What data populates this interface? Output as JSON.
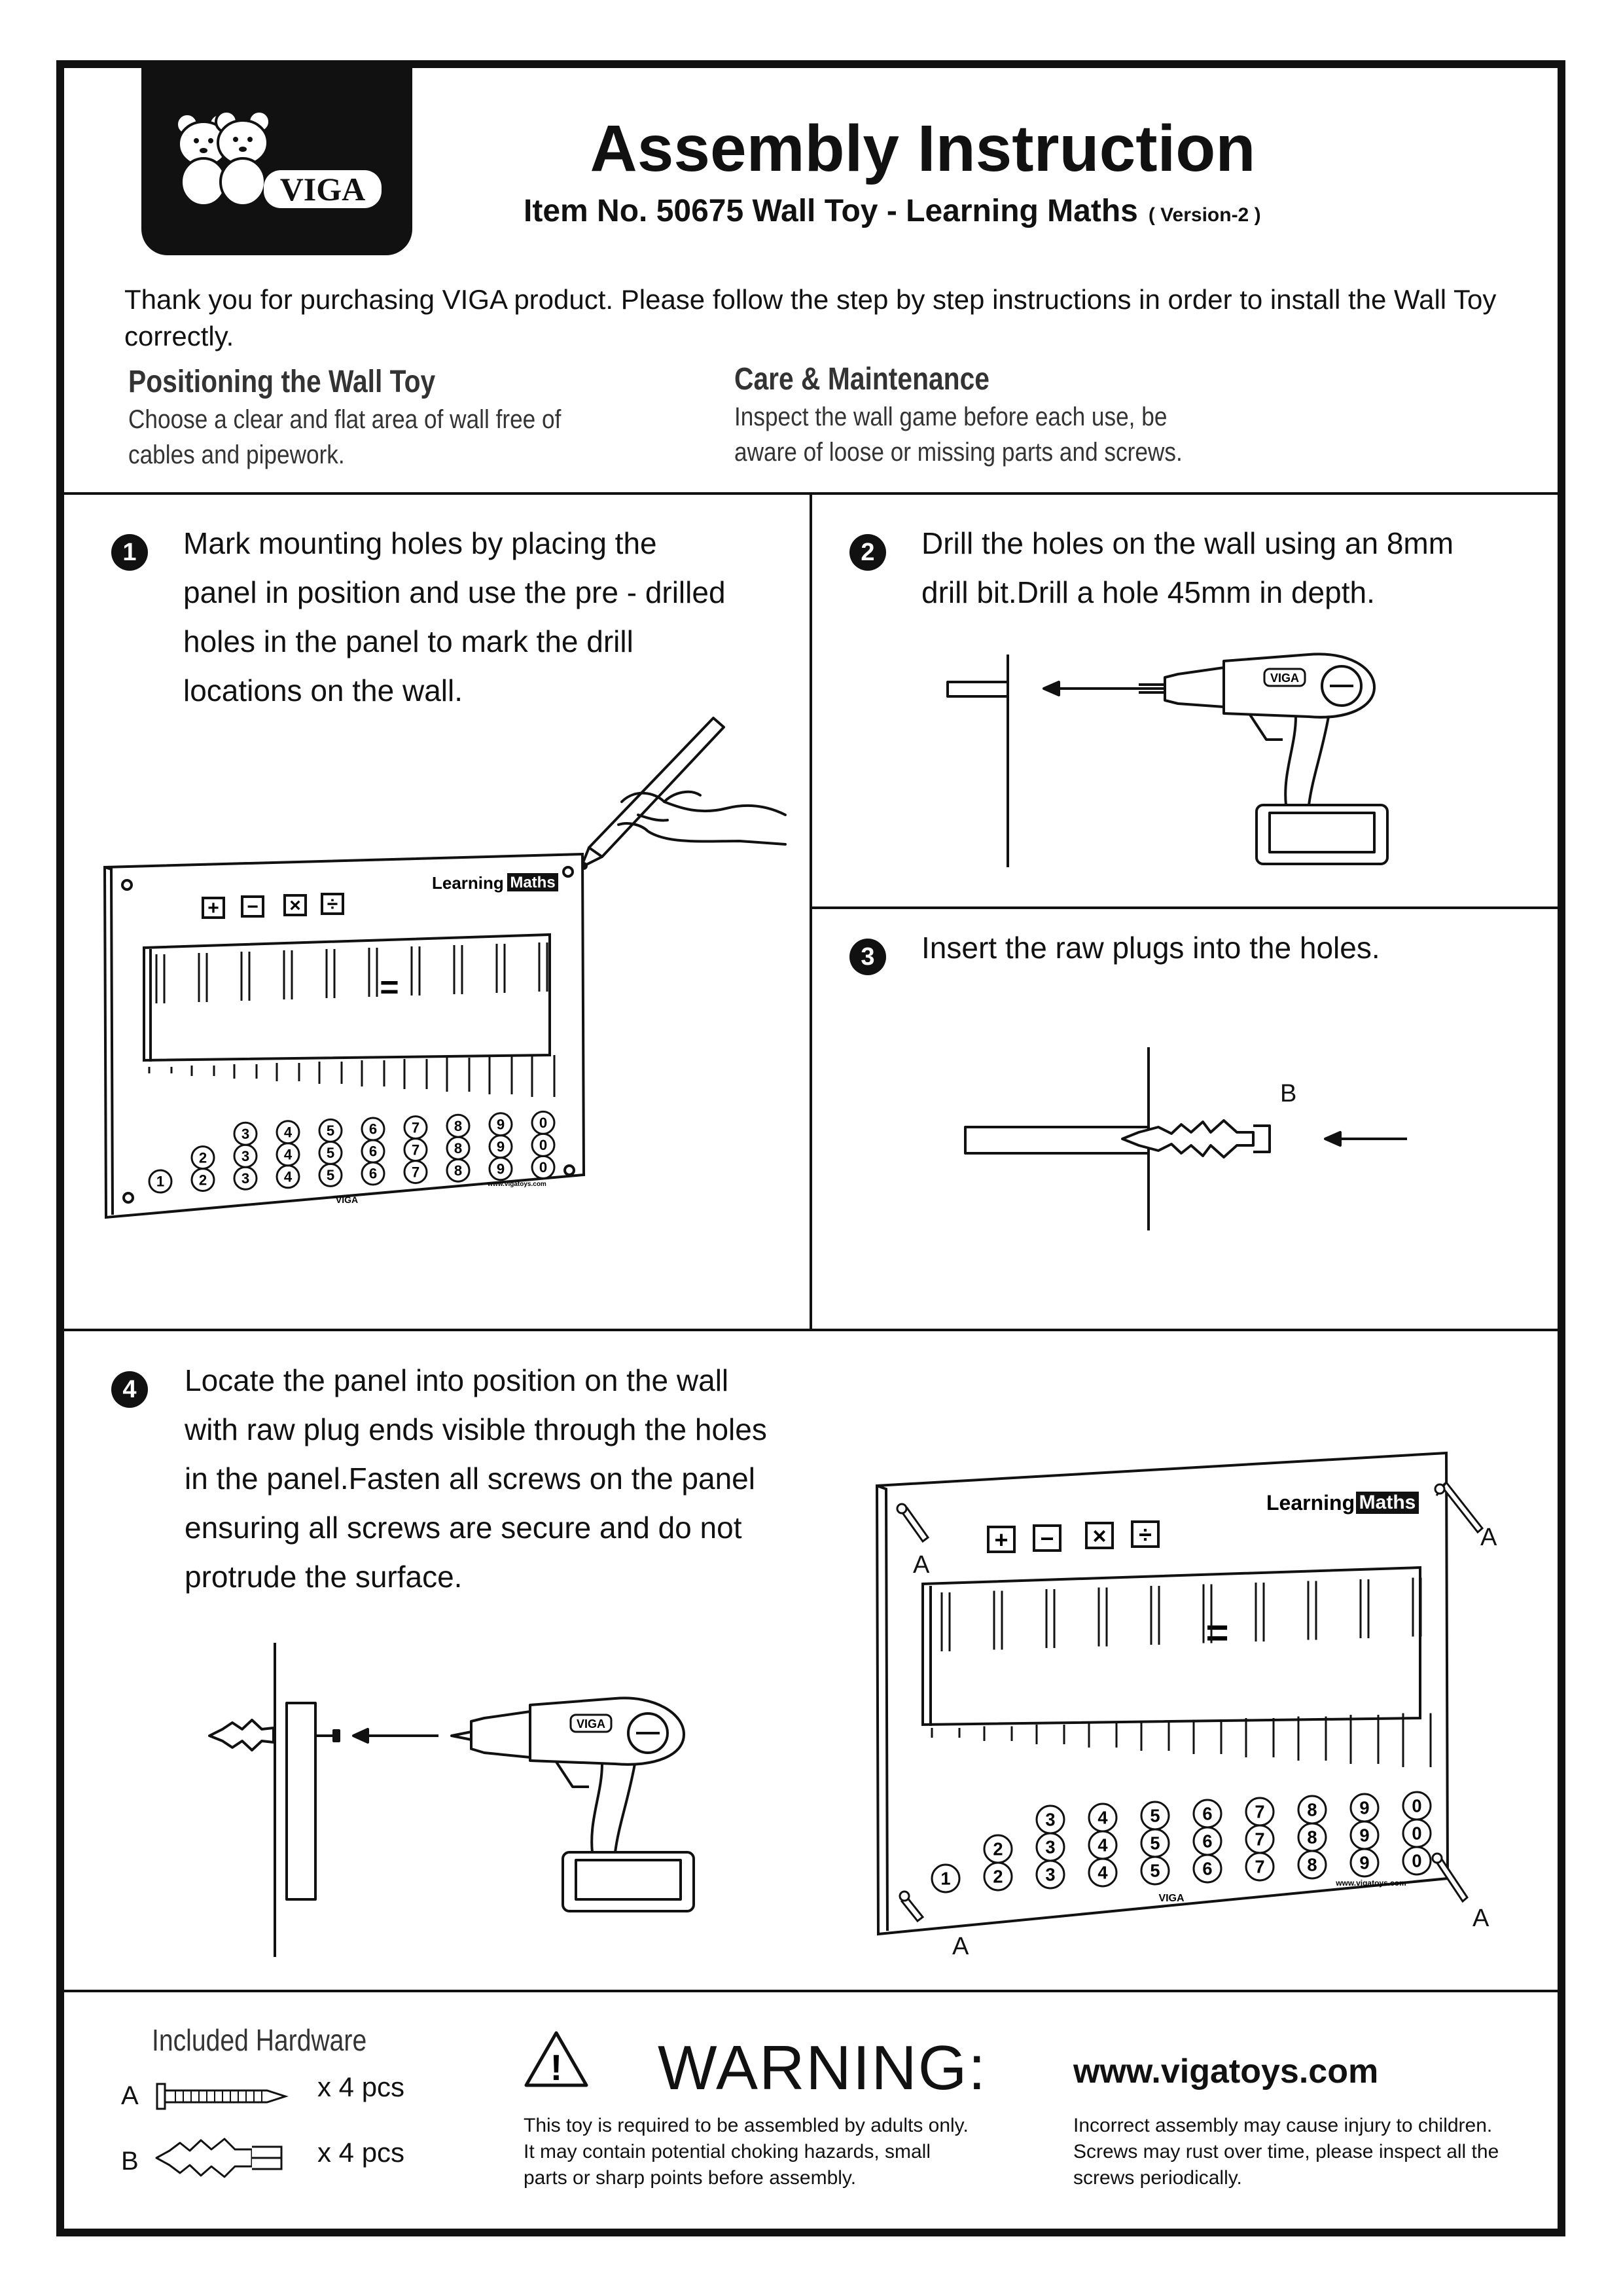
{
  "header": {
    "brand": "VIGA",
    "title": "Assembly Instruction",
    "item": "Item No. 50675  Wall Toy - Learning Maths",
    "version": "( Version-2 )"
  },
  "intro": "Thank you for purchasing VIGA product. Please follow the step by step instructions in order to install the Wall Toy correctly.",
  "positioning": {
    "heading": "Positioning the Wall Toy",
    "lines": [
      "Choose a clear and flat area of wall free of",
      "cables and pipework."
    ]
  },
  "care": {
    "heading": "Care & Maintenance",
    "lines": [
      "Inspect the wall game before each use, be",
      "aware of loose or missing parts and screws."
    ]
  },
  "steps": [
    {
      "num": "1",
      "lines": [
        "Mark mounting holes by placing the",
        "panel in position and use the pre - drilled",
        "holes in the panel to mark the drill",
        "locations on the wall."
      ]
    },
    {
      "num": "2",
      "lines": [
        "Drill the holes on the wall using an 8mm",
        "drill bit.Drill a hole 45mm in depth."
      ]
    },
    {
      "num": "3",
      "lines": [
        "Insert the raw plugs into the holes."
      ]
    },
    {
      "num": "4",
      "lines": [
        "Locate the panel into position on the wall",
        "with raw plug ends visible through the holes",
        "in the panel.Fasten all screws on the panel",
        "ensuring all screws are secure and do not",
        "protrude the surface."
      ]
    }
  ],
  "panel": {
    "label_learning": "Learning",
    "label_maths": "Maths",
    "equals": "=",
    "ops": [
      "+",
      "−",
      "×",
      "÷"
    ],
    "digits": [
      "1",
      "2",
      "3",
      "4",
      "5",
      "6",
      "7",
      "8",
      "9",
      "0"
    ],
    "brand": "VIGA",
    "website_small": "www.vigatoys.com"
  },
  "drill_brand": "VIGA",
  "labels": {
    "a": "A",
    "b": "B"
  },
  "hardware": {
    "title": "Included Hardware",
    "items": [
      {
        "letter": "A",
        "qty": "x 4 pcs"
      },
      {
        "letter": "B",
        "qty": "x 4 pcs"
      }
    ]
  },
  "warning": {
    "symbol": "!",
    "title": "WARNING:",
    "lines": [
      "This toy is required to be assembled by adults only.",
      "It may contain potential choking hazards, small",
      "parts or sharp points before assembly."
    ]
  },
  "website": {
    "url": "www.vigatoys.com",
    "lines": [
      "Incorrect assembly may cause injury to children.",
      "Screws may rust over time, please inspect all the",
      "screws periodically."
    ]
  }
}
